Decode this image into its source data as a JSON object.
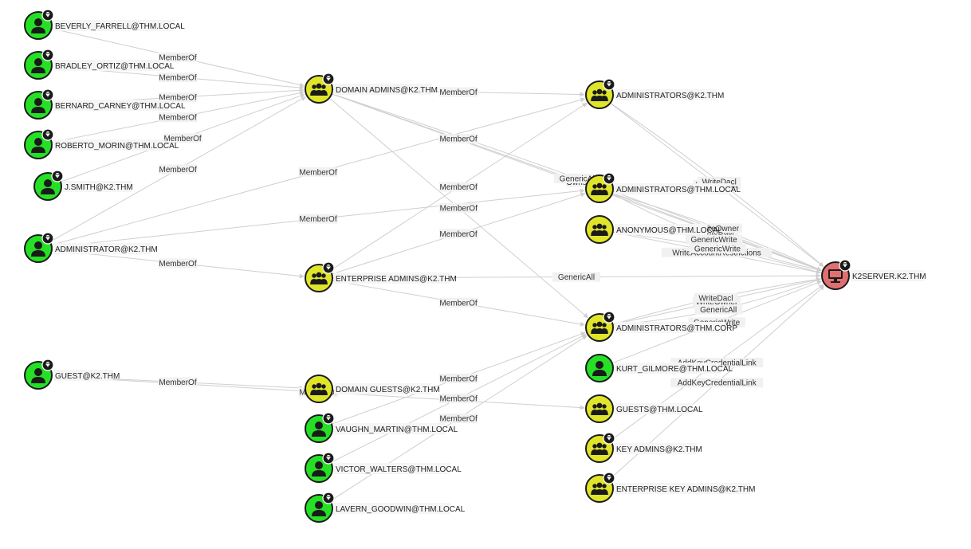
{
  "colors": {
    "user": "#26e026",
    "group": "#e0e52a",
    "computer": "#e07070",
    "edge": "#cfcfcf"
  },
  "nodes": [
    {
      "id": "n1",
      "type": "user",
      "label": "BEVERLY_FARRELL@THM.LOCAL",
      "badge": true
    },
    {
      "id": "n2",
      "type": "user",
      "label": "BRADLEY_ORTIZ@THM.LOCAL",
      "badge": true
    },
    {
      "id": "n3",
      "type": "user",
      "label": "BERNARD_CARNEY@THM.LOCAL",
      "badge": true
    },
    {
      "id": "n4",
      "type": "user",
      "label": "ROBERTO_MORIN@THM.LOCAL",
      "badge": true
    },
    {
      "id": "n5",
      "type": "user",
      "label": "J.SMITH@K2.THM",
      "badge": true
    },
    {
      "id": "n6",
      "type": "user",
      "label": "ADMINISTRATOR@K2.THM",
      "badge": true
    },
    {
      "id": "n7",
      "type": "user",
      "label": "GUEST@K2.THM",
      "badge": true
    },
    {
      "id": "g1",
      "type": "group",
      "label": "DOMAIN ADMINS@K2.THM",
      "badge": true
    },
    {
      "id": "g2",
      "type": "group",
      "label": "ENTERPRISE ADMINS@K2.THM",
      "badge": true
    },
    {
      "id": "g3",
      "type": "group",
      "label": "DOMAIN GUESTS@K2.THM",
      "badge": false
    },
    {
      "id": "u8",
      "type": "user",
      "label": "VAUGHN_MARTIN@THM.LOCAL",
      "badge": true
    },
    {
      "id": "u9",
      "type": "user",
      "label": "VICTOR_WALTERS@THM.LOCAL",
      "badge": true
    },
    {
      "id": "u10",
      "type": "user",
      "label": "LAVERN_GOODWIN@THM.LOCAL",
      "badge": true
    },
    {
      "id": "g4",
      "type": "group",
      "label": "ADMINISTRATORS@K2.THM",
      "badge": true
    },
    {
      "id": "g5",
      "type": "group",
      "label": "ADMINISTRATORS@THM.LOCAL",
      "badge": true
    },
    {
      "id": "g6",
      "type": "group",
      "label": "ANONYMOUS@THM.LOCAL",
      "badge": false
    },
    {
      "id": "g7",
      "type": "group",
      "label": "ADMINISTRATORS@THM.CORP",
      "badge": true
    },
    {
      "id": "u11",
      "type": "user",
      "label": "KURT_GILMORE@THM.LOCAL",
      "badge": false
    },
    {
      "id": "g8",
      "type": "group",
      "label": "GUESTS@THM.LOCAL",
      "badge": false
    },
    {
      "id": "g9",
      "type": "group",
      "label": "KEY ADMINS@K2.THM",
      "badge": true
    },
    {
      "id": "g10",
      "type": "group",
      "label": "ENTERPRISE KEY ADMINS@K2.THM",
      "badge": true
    },
    {
      "id": "c1",
      "type": "computer",
      "label": "K2SERVER.K2.THM",
      "badge": true
    }
  ],
  "edges": [
    {
      "from": "n1",
      "to": "g1",
      "label": "MemberOf"
    },
    {
      "from": "n2",
      "to": "g1",
      "label": "MemberOf"
    },
    {
      "from": "n3",
      "to": "g1",
      "label": "MemberOf"
    },
    {
      "from": "n4",
      "to": "g1",
      "label": "MemberOf"
    },
    {
      "from": "n5",
      "to": "g1",
      "label": "MemberOf"
    },
    {
      "from": "n6",
      "to": "g1",
      "label": "MemberOf"
    },
    {
      "from": "n6",
      "to": "g4",
      "label": "MemberOf"
    },
    {
      "from": "n6",
      "to": "g5",
      "label": "MemberOf"
    },
    {
      "from": "n6",
      "to": "g2",
      "label": "MemberOf"
    },
    {
      "from": "n7",
      "to": "g3",
      "label": "MemberOf"
    },
    {
      "from": "n7",
      "to": "g8",
      "label": "MemberOf"
    },
    {
      "from": "g1",
      "to": "g4",
      "label": "MemberOf"
    },
    {
      "from": "g1",
      "to": "g5",
      "label": "MemberOf"
    },
    {
      "from": "g1",
      "to": "g7",
      "label": "MemberOf"
    },
    {
      "from": "g1",
      "to": "c1",
      "label": "Owns"
    },
    {
      "from": "g1",
      "to": "c1",
      "label": "GenericAll"
    },
    {
      "from": "g2",
      "to": "g4",
      "label": "MemberOf"
    },
    {
      "from": "g2",
      "to": "g5",
      "label": "MemberOf"
    },
    {
      "from": "g2",
      "to": "g7",
      "label": "MemberOf"
    },
    {
      "from": "g2",
      "to": "c1",
      "label": "GenericAll"
    },
    {
      "from": "u8",
      "to": "g7",
      "label": "MemberOf"
    },
    {
      "from": "u9",
      "to": "g7",
      "label": "MemberOf"
    },
    {
      "from": "u10",
      "to": "g7",
      "label": "MemberOf"
    },
    {
      "from": "g6",
      "to": "c1",
      "label": "WriteAccountRestrictions"
    },
    {
      "from": "g4",
      "to": "c1",
      "label": "WriteOwner"
    },
    {
      "from": "g4",
      "to": "c1",
      "label": "WriteDacl"
    },
    {
      "from": "g5",
      "to": "c1",
      "label": "WriteDacl"
    },
    {
      "from": "g5",
      "to": "c1",
      "label": "WriteOwner"
    },
    {
      "from": "g5",
      "to": "c1",
      "label": "GenericWrite"
    },
    {
      "from": "g6",
      "to": "c1",
      "label": "GenericWrite"
    },
    {
      "from": "g7",
      "to": "c1",
      "label": "WriteOwner"
    },
    {
      "from": "g7",
      "to": "c1",
      "label": "WriteDacl"
    },
    {
      "from": "g7",
      "to": "c1",
      "label": "GenericAll"
    },
    {
      "from": "u11",
      "to": "c1",
      "label": "GenericWrite"
    },
    {
      "from": "g9",
      "to": "c1",
      "label": "AddKeyCredentialLink"
    },
    {
      "from": "g10",
      "to": "c1",
      "label": "AddKeyCredentialLink"
    }
  ]
}
